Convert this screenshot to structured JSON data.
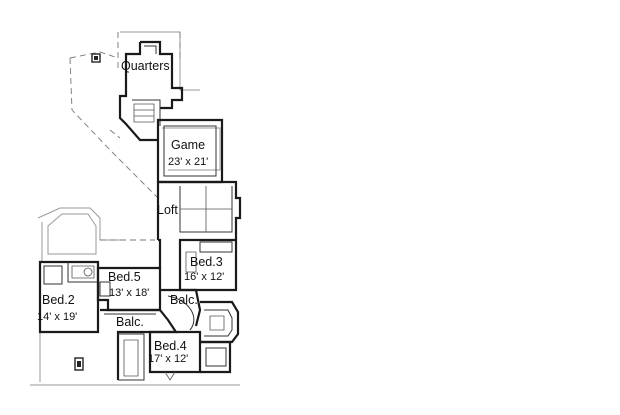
{
  "rooms": {
    "quarters": {
      "name": "Quarters"
    },
    "game": {
      "name": "Game",
      "size": "23' x 21'"
    },
    "loft": {
      "name": "Loft"
    },
    "bed3": {
      "name": "Bed.3",
      "size": "16' x 12'"
    },
    "bed5": {
      "name": "Bed.5",
      "size": "13' x 18'"
    },
    "bed2": {
      "name": "Bed.2",
      "size": "14' x 19'"
    },
    "balc_upper": {
      "name": "Balc."
    },
    "balc_lower": {
      "name": "Balc."
    },
    "bed4": {
      "name": "Bed.4",
      "size": "17' x 12'"
    }
  }
}
